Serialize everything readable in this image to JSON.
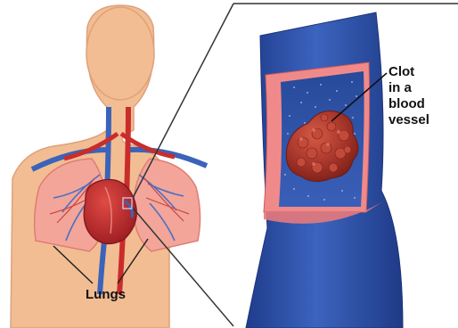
{
  "labels": {
    "clot_lines": [
      "Clot",
      "in a",
      "blood",
      "vessel"
    ],
    "lungs": "Lungs"
  },
  "colors": {
    "skin": "#f2bd93",
    "skin_shade": "#dfa17a",
    "lung": "#f3a59a",
    "lung_edge": "#e07d72",
    "heart": "#b5262b",
    "vein": "#3b63b9",
    "artery": "#c92d2b",
    "vessel_outer": "#2d4fa8",
    "vessel_wall": "#f08a8a",
    "vessel_inner": "#2e4ea3",
    "clot": "#a83a2c",
    "line": "#333333"
  }
}
